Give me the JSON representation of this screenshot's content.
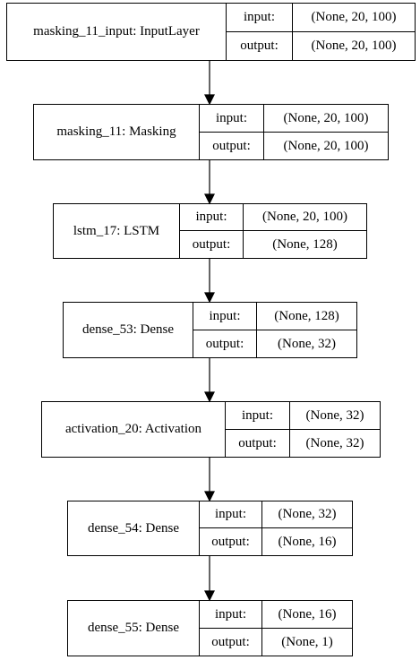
{
  "labels": {
    "input": "input:",
    "output": "output:"
  },
  "layers": [
    {
      "name": "masking_11_input: InputLayer",
      "input": "(None, 20, 100)",
      "output": "(None, 20, 100)"
    },
    {
      "name": "masking_11: Masking",
      "input": "(None, 20, 100)",
      "output": "(None, 20, 100)"
    },
    {
      "name": "lstm_17: LSTM",
      "input": "(None, 20, 100)",
      "output": "(None, 128)"
    },
    {
      "name": "dense_53: Dense",
      "input": "(None, 128)",
      "output": "(None, 32)"
    },
    {
      "name": "activation_20: Activation",
      "input": "(None, 32)",
      "output": "(None, 32)"
    },
    {
      "name": "dense_54: Dense",
      "input": "(None, 32)",
      "output": "(None, 16)"
    },
    {
      "name": "dense_55: Dense",
      "input": "(None, 16)",
      "output": "(None, 1)"
    }
  ]
}
